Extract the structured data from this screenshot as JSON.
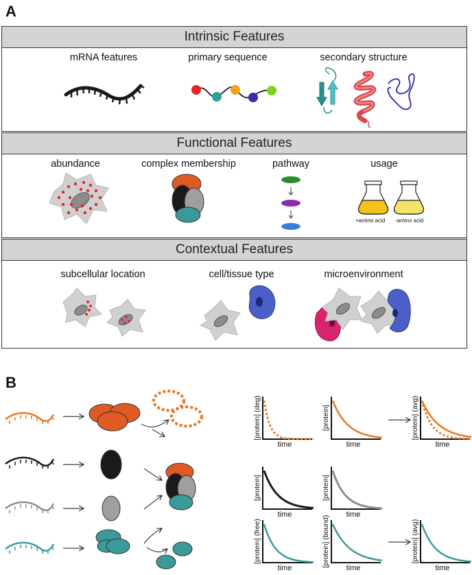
{
  "panel_a": {
    "letter": "A",
    "sections": [
      {
        "title": "Intrinsic Features",
        "items": [
          "mRNA features",
          "primary sequence",
          "secondary structure"
        ]
      },
      {
        "title": "Functional Features",
        "items": [
          "abundance",
          "complex membership",
          "pathway",
          "usage"
        ],
        "usage_labels": [
          "+amino acid",
          "-amino acid"
        ]
      },
      {
        "title": "Contextual Features",
        "items": [
          "subcellular location",
          "cell/tissue type",
          "microenvironment"
        ]
      }
    ]
  },
  "panel_b": {
    "letter": "B",
    "plots": [
      {
        "ylabel": "[protein] (deg)",
        "xlabel": "time"
      },
      {
        "ylabel": "[protein]",
        "xlabel": "time"
      },
      {
        "ylabel": "[protein] (avg)",
        "xlabel": "time"
      },
      {
        "ylabel": "[protein]",
        "xlabel": "time"
      },
      {
        "ylabel": "[protein]",
        "xlabel": "time"
      },
      {
        "ylabel": "[protein] (free)",
        "xlabel": "time"
      },
      {
        "ylabel": "[protein] (bound)",
        "xlabel": "time"
      },
      {
        "ylabel": "[protein] (avg)",
        "xlabel": "time"
      }
    ]
  },
  "colors": {
    "orange": "#e87722",
    "black": "#1a1a1a",
    "gray": "#8c8c8c",
    "teal": "#3a9a9a",
    "header_bg": "#d4d4d4",
    "cell_gray": "#d0d0d0",
    "red_dot": "#e8232a",
    "blue_cell": "#4a5fc8",
    "magenta": "#d6246e",
    "flask_yellow": "#f2c21b"
  }
}
